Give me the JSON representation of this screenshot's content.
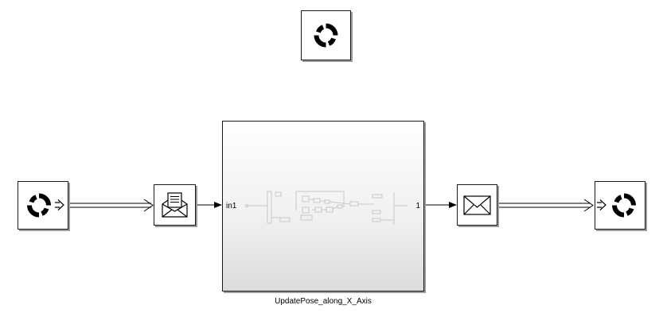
{
  "diagram": {
    "subsystem": {
      "name": "UpdatePose_along_X_Axis",
      "input_port_label": "in1",
      "output_port_label": "1"
    }
  },
  "icons": {
    "top_block": "ros-refresh-icon",
    "subscribe_block": "ros-subscribe-icon",
    "receive_block": "open-envelope-icon",
    "send_block": "closed-envelope-icon",
    "publish_block": "ros-publish-icon"
  },
  "colors": {
    "line": "#000000",
    "shadow": "#9a9a9a"
  }
}
